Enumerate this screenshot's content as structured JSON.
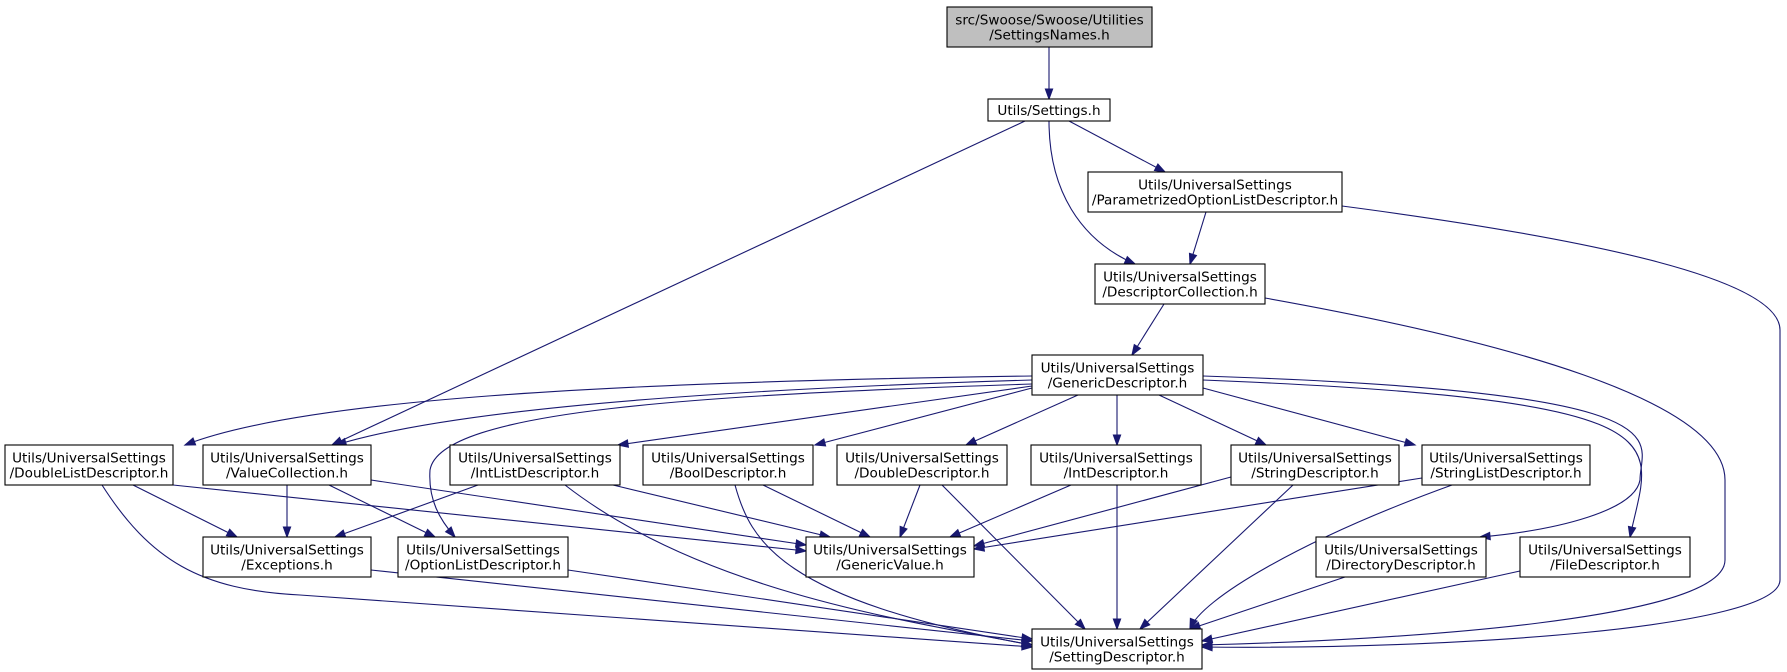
{
  "colors": {
    "edge": "#191970",
    "node_fill": "#ffffff",
    "root_fill": "#bfbfbf",
    "border": "#000000"
  },
  "nodes": [
    {
      "id": "n0",
      "lines": [
        "src/Swoose/Swoose/Utilities",
        "/SettingsNames.h"
      ],
      "root": true
    },
    {
      "id": "n1",
      "lines": [
        "Utils/Settings.h"
      ]
    },
    {
      "id": "n2",
      "lines": [
        "Utils/UniversalSettings",
        "/ParametrizedOptionListDescriptor.h"
      ]
    },
    {
      "id": "n3",
      "lines": [
        "Utils/UniversalSettings",
        "/DescriptorCollection.h"
      ]
    },
    {
      "id": "n4",
      "lines": [
        "Utils/UniversalSettings",
        "/GenericDescriptor.h"
      ]
    },
    {
      "id": "n5",
      "lines": [
        "Utils/UniversalSettings",
        "/DoubleListDescriptor.h"
      ]
    },
    {
      "id": "n6",
      "lines": [
        "Utils/UniversalSettings",
        "/ValueCollection.h"
      ]
    },
    {
      "id": "n7",
      "lines": [
        "Utils/UniversalSettings",
        "/IntListDescriptor.h"
      ]
    },
    {
      "id": "n8",
      "lines": [
        "Utils/UniversalSettings",
        "/BoolDescriptor.h"
      ]
    },
    {
      "id": "n9",
      "lines": [
        "Utils/UniversalSettings",
        "/DoubleDescriptor.h"
      ]
    },
    {
      "id": "n10",
      "lines": [
        "Utils/UniversalSettings",
        "/IntDescriptor.h"
      ]
    },
    {
      "id": "n11",
      "lines": [
        "Utils/UniversalSettings",
        "/StringDescriptor.h"
      ]
    },
    {
      "id": "n12",
      "lines": [
        "Utils/UniversalSettings",
        "/StringListDescriptor.h"
      ]
    },
    {
      "id": "n13",
      "lines": [
        "Utils/UniversalSettings",
        "/Exceptions.h"
      ]
    },
    {
      "id": "n14",
      "lines": [
        "Utils/UniversalSettings",
        "/OptionListDescriptor.h"
      ]
    },
    {
      "id": "n15",
      "lines": [
        "Utils/UniversalSettings",
        "/GenericValue.h"
      ]
    },
    {
      "id": "n16",
      "lines": [
        "Utils/UniversalSettings",
        "/DirectoryDescriptor.h"
      ]
    },
    {
      "id": "n17",
      "lines": [
        "Utils/UniversalSettings",
        "/FileDescriptor.h"
      ]
    },
    {
      "id": "n18",
      "lines": [
        "Utils/UniversalSettings",
        "/SettingDescriptor.h"
      ]
    }
  ],
  "edges": [
    [
      "n0",
      "n1"
    ],
    [
      "n1",
      "n2"
    ],
    [
      "n1",
      "n3"
    ],
    [
      "n1",
      "n6"
    ],
    [
      "n2",
      "n3"
    ],
    [
      "n2",
      "n18"
    ],
    [
      "n3",
      "n4"
    ],
    [
      "n3",
      "n18"
    ],
    [
      "n4",
      "n5"
    ],
    [
      "n4",
      "n6"
    ],
    [
      "n4",
      "n7"
    ],
    [
      "n4",
      "n8"
    ],
    [
      "n4",
      "n9"
    ],
    [
      "n4",
      "n10"
    ],
    [
      "n4",
      "n11"
    ],
    [
      "n4",
      "n12"
    ],
    [
      "n4",
      "n14"
    ],
    [
      "n4",
      "n16"
    ],
    [
      "n4",
      "n17"
    ],
    [
      "n5",
      "n13"
    ],
    [
      "n5",
      "n15"
    ],
    [
      "n5",
      "n18"
    ],
    [
      "n6",
      "n13"
    ],
    [
      "n6",
      "n14"
    ],
    [
      "n6",
      "n15"
    ],
    [
      "n7",
      "n13"
    ],
    [
      "n7",
      "n15"
    ],
    [
      "n7",
      "n18"
    ],
    [
      "n8",
      "n15"
    ],
    [
      "n8",
      "n18"
    ],
    [
      "n9",
      "n15"
    ],
    [
      "n9",
      "n18"
    ],
    [
      "n10",
      "n15"
    ],
    [
      "n10",
      "n18"
    ],
    [
      "n11",
      "n15"
    ],
    [
      "n11",
      "n18"
    ],
    [
      "n12",
      "n15"
    ],
    [
      "n12",
      "n18"
    ],
    [
      "n13",
      "n18"
    ],
    [
      "n14",
      "n18"
    ],
    [
      "n16",
      "n18"
    ],
    [
      "n17",
      "n18"
    ]
  ]
}
